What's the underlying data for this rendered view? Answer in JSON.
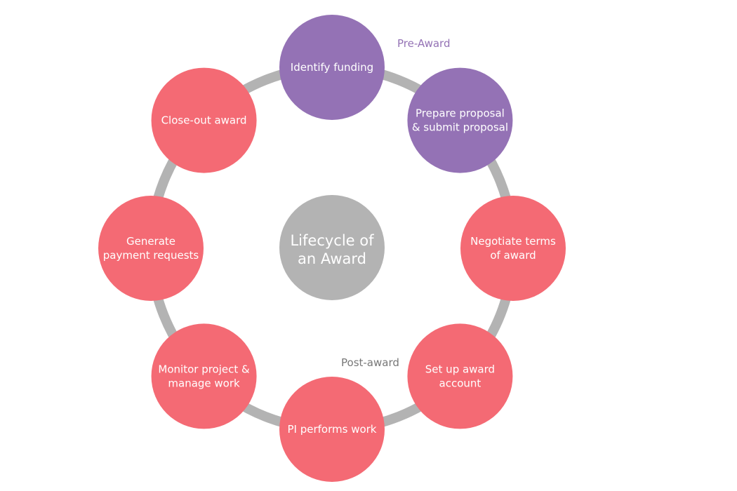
{
  "colors": {
    "pre_award": "#9472b5",
    "post_award": "#f46a74",
    "center": "#b3b3b3",
    "ring": "#b3b3b3",
    "post_label": "#777777"
  },
  "center": {
    "lines": [
      "Lifecycle of",
      "an Award"
    ]
  },
  "phase_labels": {
    "pre": "Pre-Award",
    "post": "Post-award"
  },
  "steps": [
    {
      "lines": [
        "Identify funding"
      ],
      "phase": "pre"
    },
    {
      "lines": [
        "Prepare proposal",
        "& submit proposal"
      ],
      "phase": "pre"
    },
    {
      "lines": [
        "Negotiate terms",
        "of award"
      ],
      "phase": "post"
    },
    {
      "lines": [
        "Set up award",
        "account"
      ],
      "phase": "post"
    },
    {
      "lines": [
        "PI performs work"
      ],
      "phase": "post"
    },
    {
      "lines": [
        "Monitor project &",
        "manage work"
      ],
      "phase": "post"
    },
    {
      "lines": [
        "Generate",
        "payment requests"
      ],
      "phase": "post"
    },
    {
      "lines": [
        "Close-out award"
      ],
      "phase": "post"
    }
  ]
}
